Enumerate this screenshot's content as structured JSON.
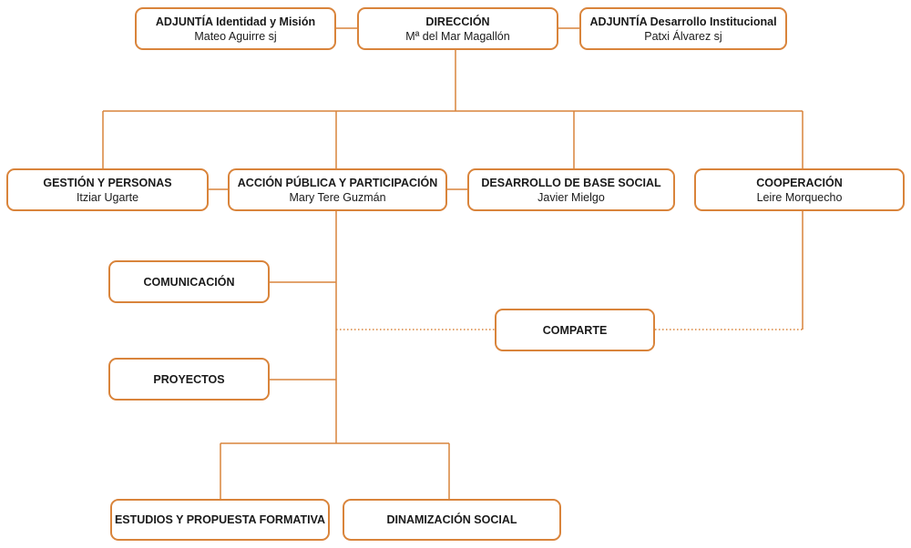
{
  "colors": {
    "line": "#d9843b",
    "text": "#1a1a1a",
    "background": "#ffffff"
  },
  "nodes": {
    "adjuntia_identidad": {
      "title_bold": "ADJUNTÍA",
      "title_rest": " Identidad y Misión",
      "person": "Mateo Aguirre sj"
    },
    "direccion": {
      "title": "DIRECCIÓN",
      "person": "Mª del Mar Magallón"
    },
    "adjuntia_desarrollo": {
      "title_bold": "ADJUNTÍA",
      "title_rest": " Desarrollo Institucional",
      "person": "Patxi Álvarez sj"
    },
    "gestion": {
      "title": "GESTIÓN Y PERSONAS",
      "person": "Itziar Ugarte"
    },
    "accion_publica": {
      "title": "ACCIÓN PÚBLICA Y PARTICIPACIÓN",
      "person": "Mary Tere Guzmán"
    },
    "desarrollo_base": {
      "title": "DESARROLLO DE BASE SOCIAL",
      "person": "Javier Mielgo"
    },
    "cooperacion": {
      "title": "COOPERACIÓN",
      "person": "Leire Morquecho"
    },
    "comunicacion": {
      "title": "COMUNICACIÓN"
    },
    "comparte": {
      "title": "COMPARTE"
    },
    "proyectos": {
      "title": "PROYECTOS"
    },
    "estudios": {
      "title": "ESTUDIOS Y PROPUESTA FORMATIVA"
    },
    "dinamizacion": {
      "title": "DINAMIZACIÓN SOCIAL"
    }
  }
}
